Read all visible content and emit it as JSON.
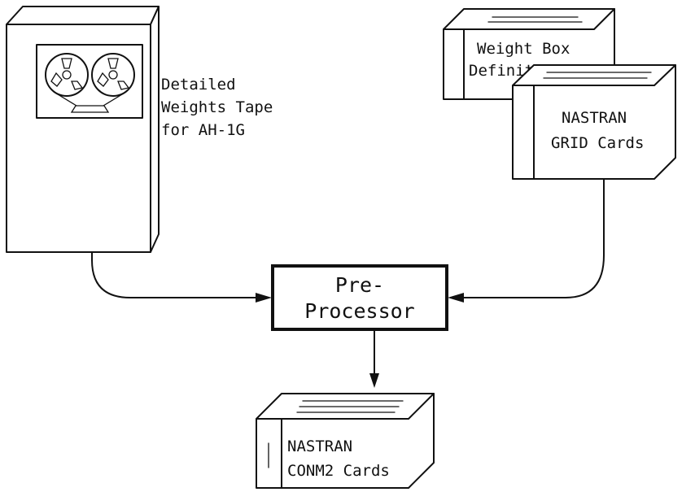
{
  "tape_unit": {
    "lines": [
      "Detailed",
      "Weights Tape",
      "for AH-1G"
    ]
  },
  "card_decks": {
    "weight_box": {
      "lines": [
        "Weight Box",
        "Definitions"
      ]
    },
    "grid_cards": {
      "lines": [
        "NASTRAN",
        "GRID Cards"
      ]
    },
    "conm2_cards": {
      "lines": [
        "NASTRAN",
        "CONM2 Cards"
      ]
    }
  },
  "preprocessor": {
    "lines": [
      "Pre-",
      "Processor"
    ]
  }
}
